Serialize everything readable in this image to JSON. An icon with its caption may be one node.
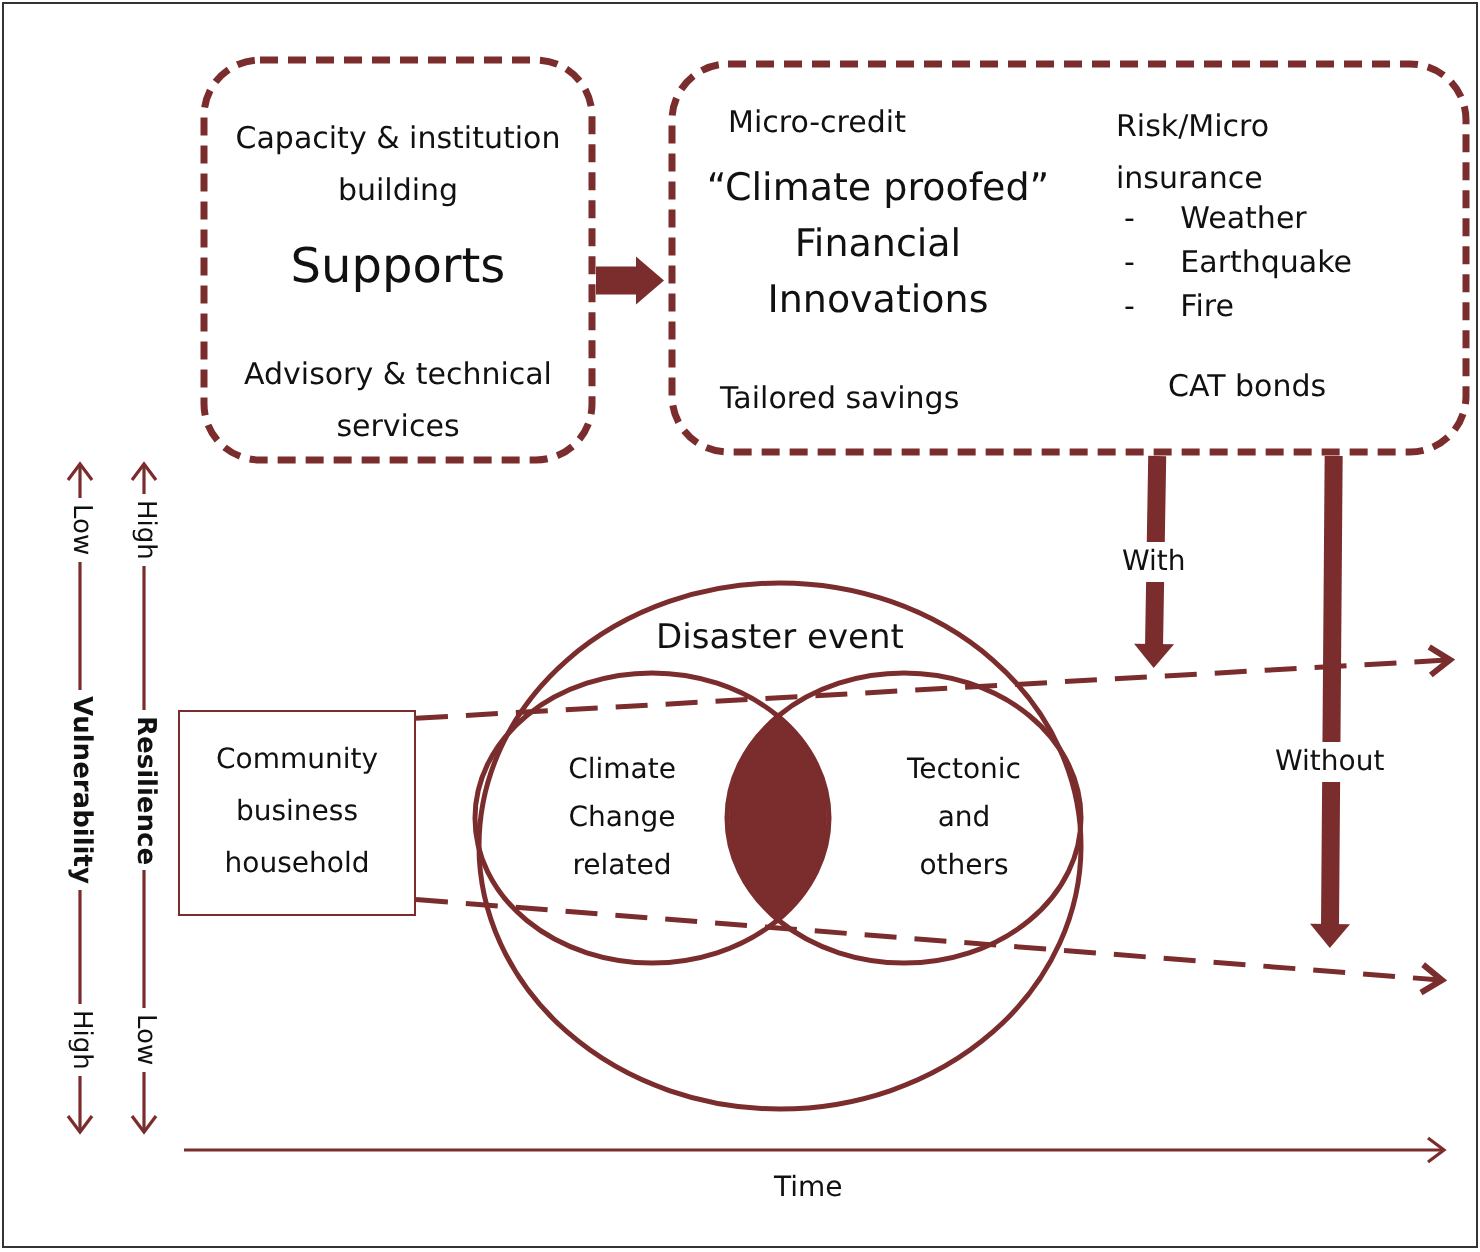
{
  "diagram": {
    "nodes": [
      {
        "text": [
          "Capacity & institution building",
          "Supports",
          "Advisory & technical services"
        ]
      },
      {
        "text": [
          "Micro-credit",
          "“Climate proofed” Financial Innovations",
          "Tailored savings",
          "Risk/Micro insurance",
          "- Weather",
          "- Earthquake",
          "- Fire",
          "CAT bonds"
        ]
      },
      {
        "text": [
          "Community business household"
        ]
      },
      {
        "text": [
          "Disaster event"
        ]
      },
      {
        "text": [
          "Climate Change related"
        ],
        "in": 3
      },
      {
        "text": [
          "Tectonic and others"
        ],
        "in": 3
      },
      {
        "text": [],
        "shape": "lens"
      }
    ],
    "edges": [
      {
        "from": 0,
        "to": 1,
        "arrow": "to"
      },
      {
        "from": 1,
        "to": null,
        "arrow": "to",
        "label": "With"
      },
      {
        "from": 1,
        "to": null,
        "arrow": "to",
        "label": "Without"
      },
      {
        "from": 2,
        "to": null,
        "arrow": "to",
        "style": "dashed"
      },
      {
        "from": 2,
        "to": null,
        "arrow": "to",
        "style": "dashed"
      }
    ],
    "labels": [
      "Low",
      "Vulnerability",
      "High",
      "High",
      "Resilience",
      "Low",
      "Time"
    ]
  }
}
